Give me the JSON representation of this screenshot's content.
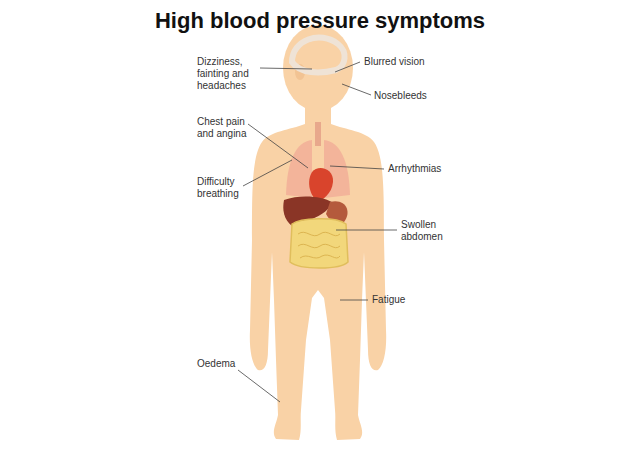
{
  "diagram": {
    "title": "High blood pressure symptoms",
    "labels": [
      "Dizziness, fainting and headaches",
      "Blurred vision",
      "Nosebleeds",
      "Chest pain and angina",
      "Arrhythmias",
      "Difficulty breathing",
      "Swollen abdomen",
      "Fatigue",
      "Oedema"
    ]
  }
}
